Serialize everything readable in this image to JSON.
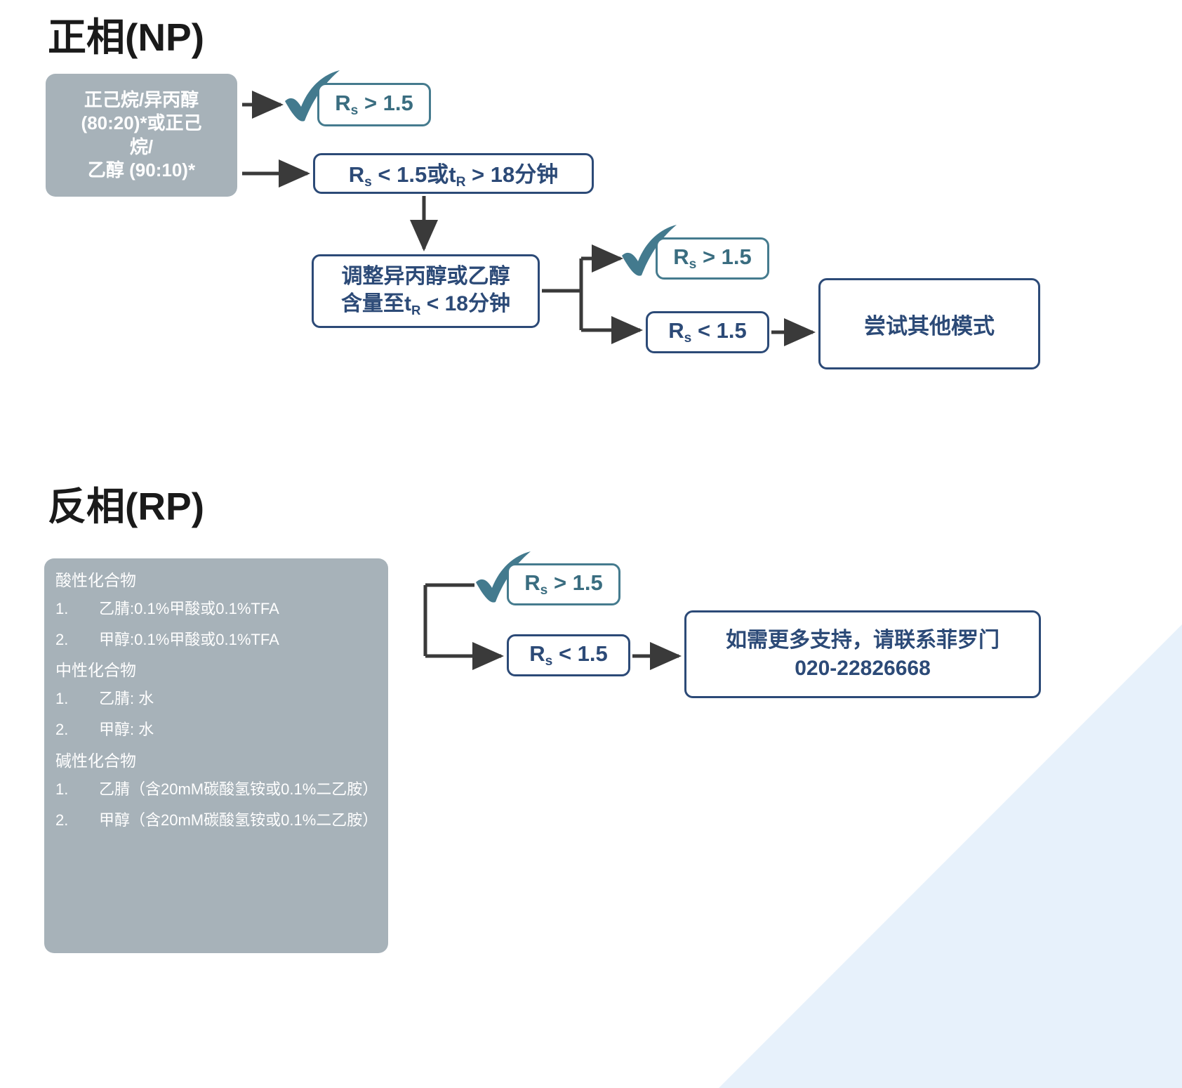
{
  "sections": {
    "np": {
      "title": "正相(NP)",
      "source": "正己烷/异丙醇 (80:20)*或正己烷/\n乙醇 (90:10)*",
      "pass1": {
        "symbol": "R",
        "sub": "s",
        "rest": "> 1.5"
      },
      "fail1": {
        "line": "R s < 1.5或t R > 18分钟"
      },
      "adjust": "调整异丙醇或乙醇含量至t R < 18分钟",
      "pass2": {
        "symbol": "R",
        "sub": "s",
        "rest": "> 1.5"
      },
      "fail2": {
        "symbol": "R",
        "sub": "s",
        "rest": "< 1.5"
      },
      "other_mode": "尝试其他模式"
    },
    "rp": {
      "title": "反相(RP)",
      "groups": [
        {
          "heading": "酸性化合物",
          "items": [
            {
              "num": "1.",
              "text": "乙腈:0.1%甲酸或0.1%TFA"
            },
            {
              "num": "2.",
              "text": "甲醇:0.1%甲酸或0.1%TFA"
            }
          ]
        },
        {
          "heading": "中性化合物",
          "items": [
            {
              "num": "1.",
              "text": "乙腈: 水"
            },
            {
              "num": "2.",
              "text": "甲醇: 水"
            }
          ]
        },
        {
          "heading": "碱性化合物",
          "items": [
            {
              "num": "1.",
              "text": "乙腈（含20mM碳酸氢铵或0.1%二乙胺）"
            },
            {
              "num": "2.",
              "text": "甲醇（含20mM碳酸氢铵或0.1%二乙胺）"
            }
          ]
        }
      ],
      "pass": {
        "symbol": "R",
        "sub": "s",
        "rest": "> 1.5"
      },
      "fail": {
        "symbol": "R",
        "sub": "s",
        "rest": "< 1.5"
      },
      "contact_line1": "如需更多支持，请联系菲罗门",
      "contact_line2": "020-22826668"
    }
  },
  "colors": {
    "navy": "#2c4a77",
    "teal": "#457b8e",
    "gray_box": "#a7b2b9",
    "arrow": "#3a3a3a",
    "corner_accent": "#e7f1fb",
    "title": "#1a1a1a"
  }
}
